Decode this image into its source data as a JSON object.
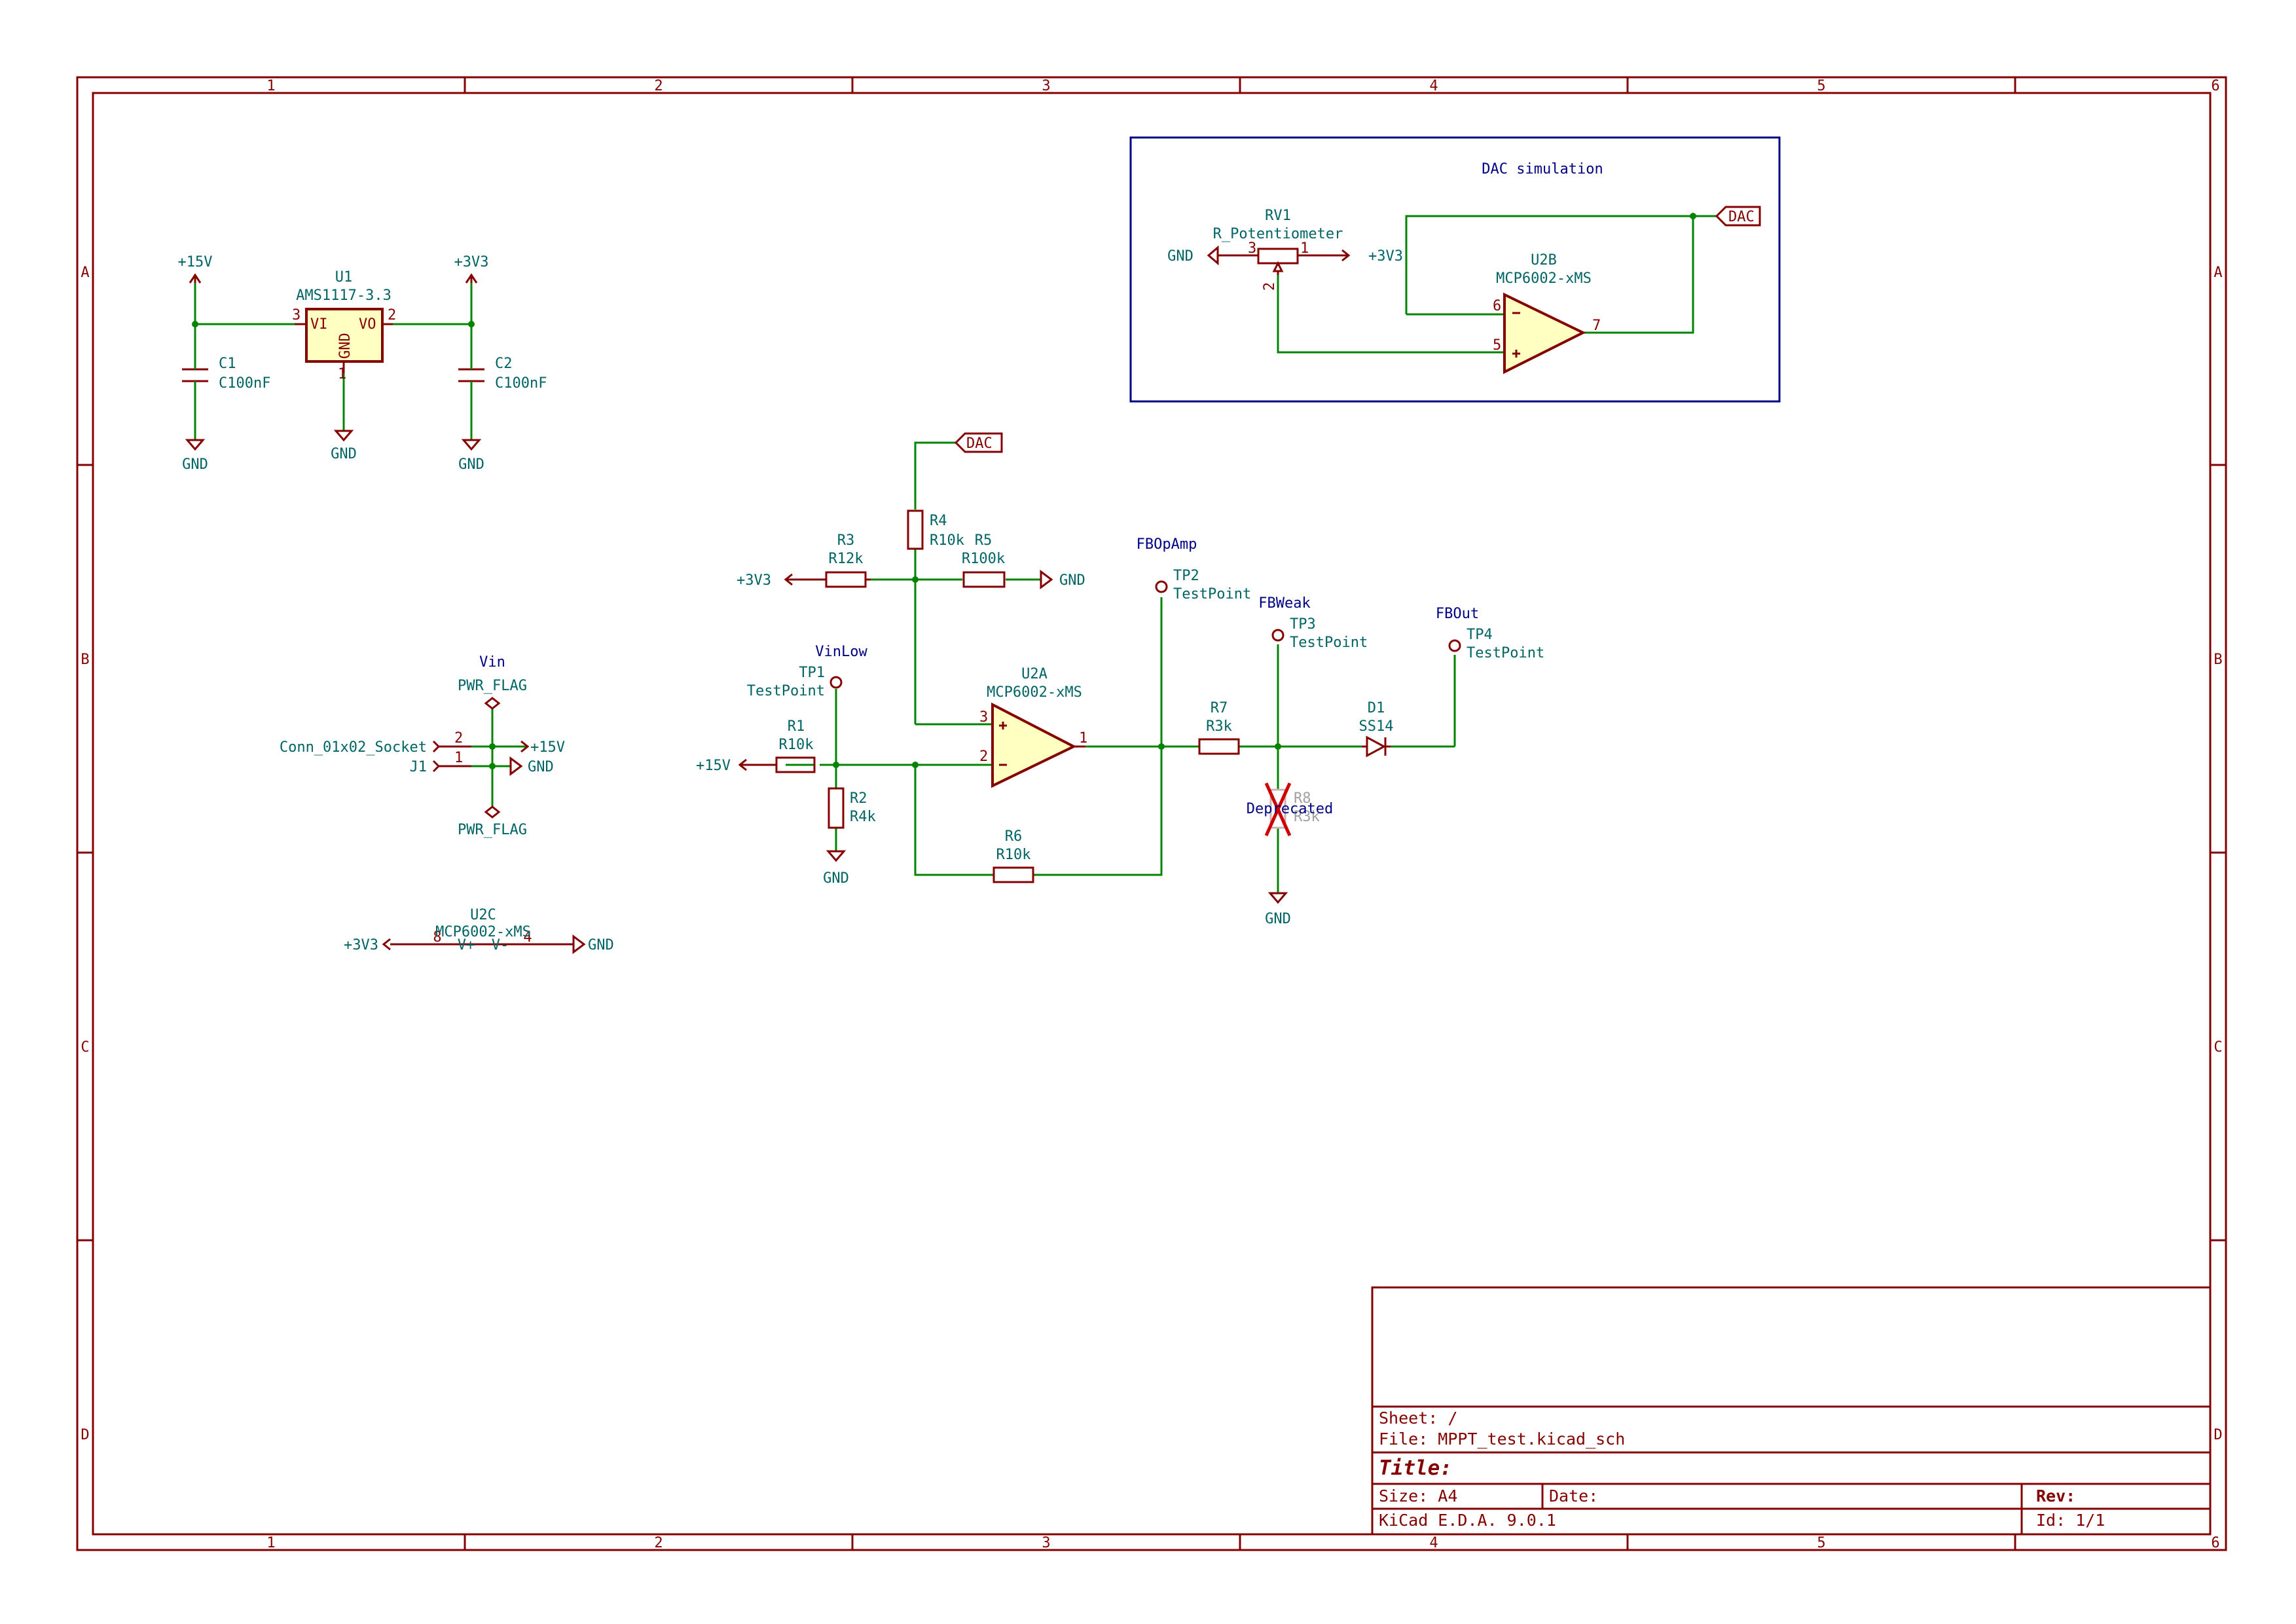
{
  "frame": {
    "columns": [
      "1",
      "2",
      "3",
      "4",
      "5",
      "6"
    ],
    "rows": [
      "A",
      "B",
      "C",
      "D"
    ]
  },
  "colors": {
    "border": "#840000",
    "wire": "#008400",
    "component": "#840000",
    "component_fill": "#ffffc2",
    "ref_text": "#006464",
    "net_label": "#000084",
    "junction": "#008400",
    "dnp_cross": "#d00000"
  },
  "power_symbols": {
    "p15v_top": "+15V",
    "p3v3_top": "+3V3",
    "gnd_c1": "GND",
    "gnd_u1": "GND",
    "gnd_c2": "GND",
    "gnd_rv1": "GND",
    "p3v3_rv1": "+3V3",
    "p3v3_r3": "+3V3",
    "gnd_r5": "GND",
    "p15v_r1": "+15V",
    "gnd_r2": "GND",
    "gnd_r8": "GND",
    "p15v_j1": "+15V",
    "gnd_j1": "GND",
    "p3v3_u2c": "+3V3",
    "gnd_u2c": "GND"
  },
  "components": {
    "u1": {
      "ref": "U1",
      "value": "AMS1117-3.3",
      "pin_vi": "VI",
      "pin_vo": "VO",
      "pin_gnd": "GND",
      "pin3": "3",
      "pin2": "2",
      "pin1": "1"
    },
    "c1": {
      "ref": "C1",
      "value": "C100nF"
    },
    "c2": {
      "ref": "C2",
      "value": "C100nF"
    },
    "rv1": {
      "ref": "RV1",
      "value": "R_Potentiometer",
      "pin3": "3",
      "pin1": "1",
      "pin2": "2"
    },
    "u2b": {
      "ref": "U2B",
      "value": "MCP6002-xMS",
      "pin6": "6",
      "pin5": "5",
      "pin7": "7"
    },
    "u2a": {
      "ref": "U2A",
      "value": "MCP6002-xMS",
      "pin3": "3",
      "pin2": "2",
      "pin1": "1"
    },
    "u2c": {
      "ref": "U2C",
      "value": "MCP6002-xMS",
      "vplus": "V+",
      "vminus": "V-",
      "pin8": "8",
      "pin4": "4"
    },
    "r1": {
      "ref": "R1",
      "value": "R10k"
    },
    "r2": {
      "ref": "R2",
      "value": "R4k"
    },
    "r3": {
      "ref": "R3",
      "value": "R12k"
    },
    "r4": {
      "ref": "R4",
      "value": "R10k"
    },
    "r5": {
      "ref": "R5",
      "value": "R100k"
    },
    "r6": {
      "ref": "R6",
      "value": "R10k"
    },
    "r7": {
      "ref": "R7",
      "value": "R3k"
    },
    "r8": {
      "ref": "R8",
      "value": "R3k"
    },
    "d1": {
      "ref": "D1",
      "value": "SS14"
    },
    "tp1": {
      "ref": "TP1",
      "value": "TestPoint"
    },
    "tp2": {
      "ref": "TP2",
      "value": "TestPoint"
    },
    "tp3": {
      "ref": "TP3",
      "value": "TestPoint"
    },
    "tp4": {
      "ref": "TP4",
      "value": "TestPoint"
    },
    "j1": {
      "ref": "J1",
      "value": "Conn_01x02_Socket",
      "pin2": "2",
      "pin1": "1"
    },
    "pwr_flag_top": "PWR_FLAG",
    "pwr_flag_bottom": "PWR_FLAG"
  },
  "net_labels": {
    "vin": "Vin",
    "vinlow": "VinLow",
    "fbopamp": "FBOpAmp",
    "fbweak": "FBWeak",
    "fbout": "FBOut",
    "deprecated": "Deprecated",
    "dac_main": "DAC",
    "dac_sim": "DAC"
  },
  "dac_box": {
    "title": "DAC simulation"
  },
  "title_block": {
    "sheet": "Sheet: /",
    "file": "File: MPPT_test.kicad_sch",
    "title": "Title:",
    "size": "Size: A4",
    "date": "Date:",
    "rev": "Rev:",
    "tool": "KiCad E.D.A. 9.0.1",
    "id": "Id: 1/1"
  }
}
